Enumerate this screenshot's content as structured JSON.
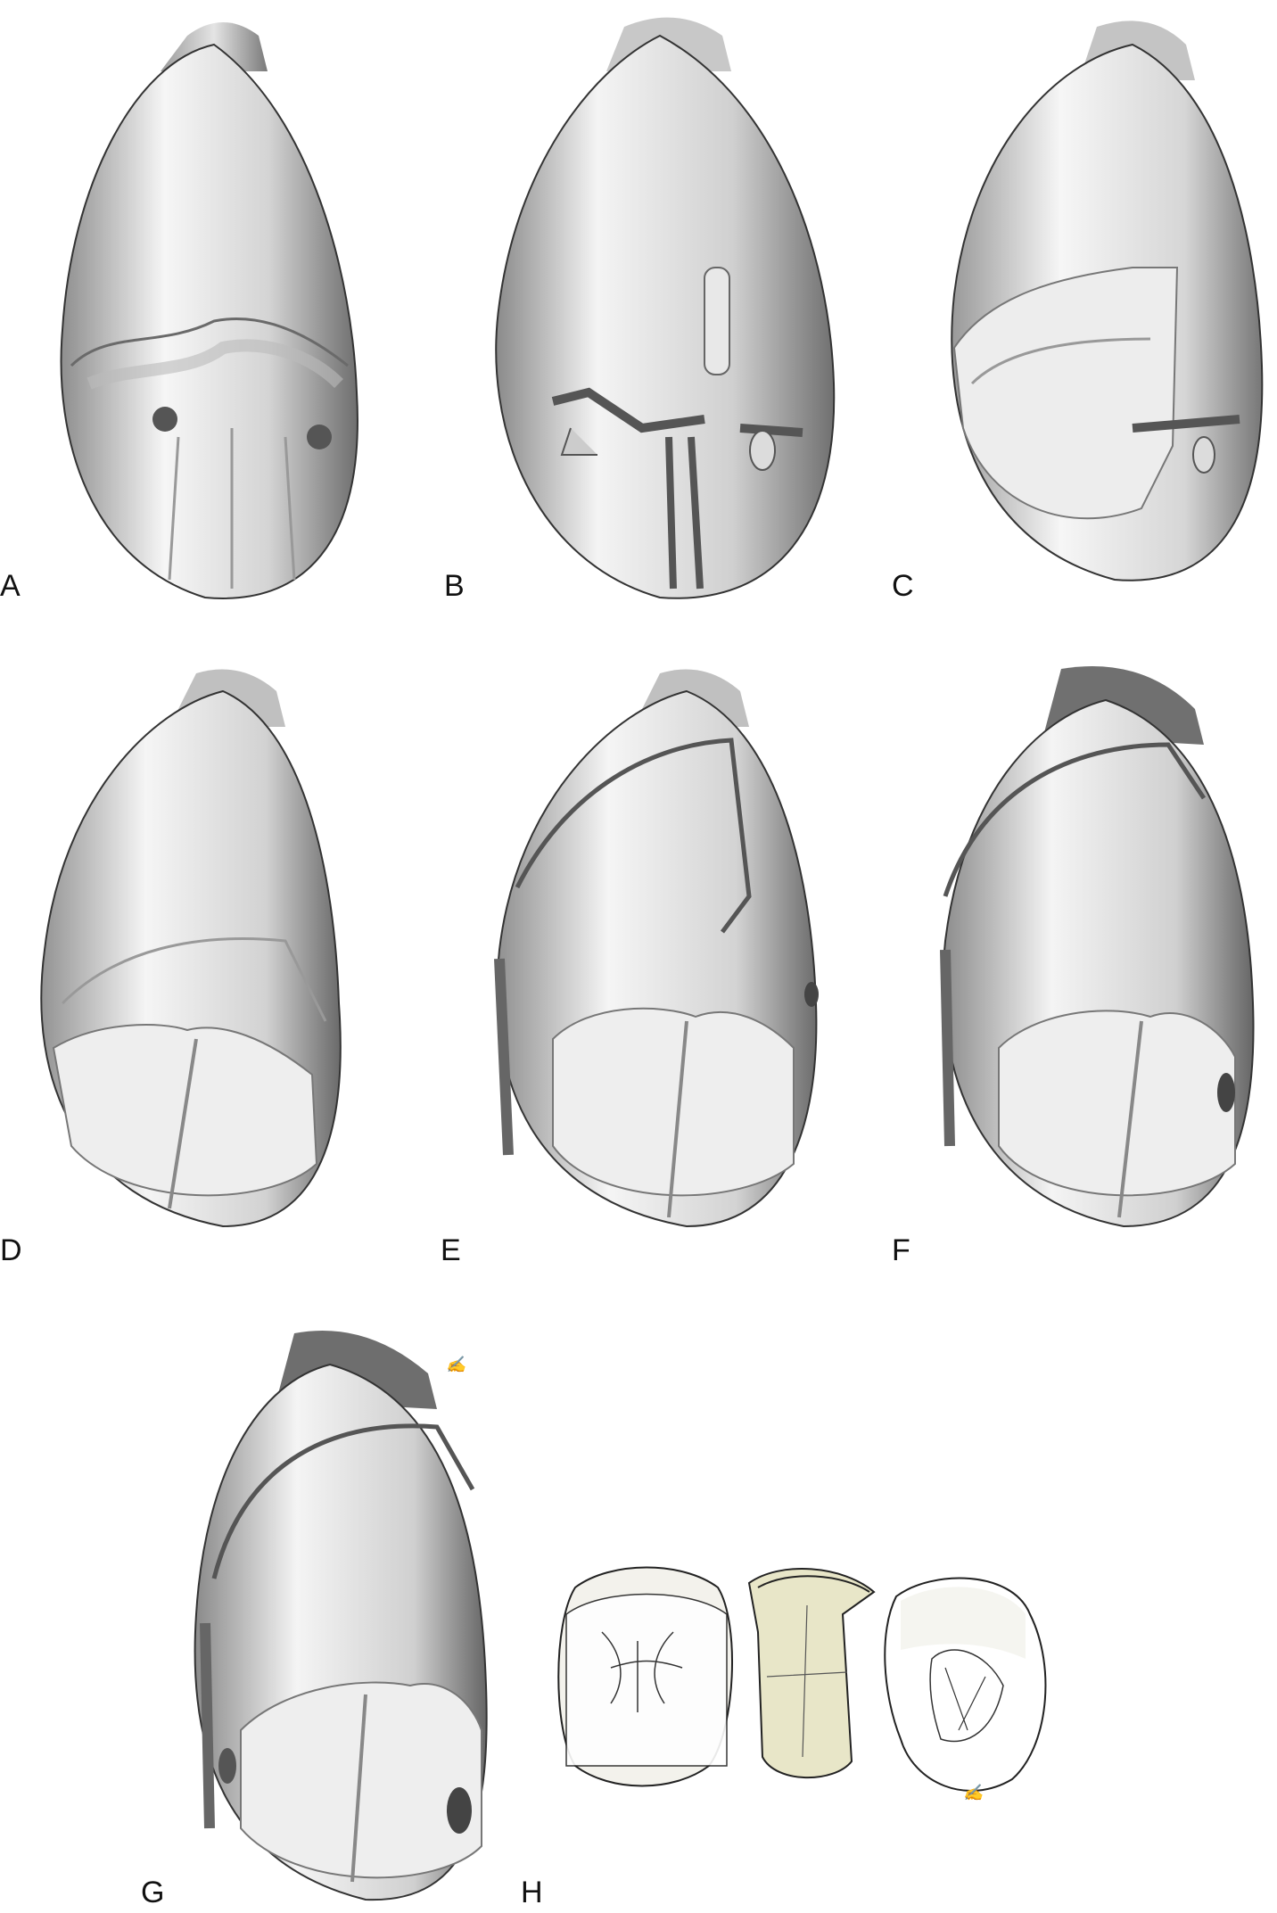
{
  "figure": {
    "panels": [
      {
        "id": "A",
        "label": "A",
        "description": "tooth"
      },
      {
        "id": "B",
        "label": "B",
        "description": "tooth"
      },
      {
        "id": "C",
        "label": "C",
        "description": "tooth"
      },
      {
        "id": "D",
        "label": "D",
        "description": "tooth"
      },
      {
        "id": "E",
        "label": "E",
        "description": "tooth"
      },
      {
        "id": "F",
        "label": "F",
        "description": "tooth"
      },
      {
        "id": "G",
        "label": "G",
        "description": "tooth"
      },
      {
        "id": "H",
        "label": "H",
        "description": "tooth"
      }
    ],
    "colors": {
      "background": "#ffffff",
      "tooth_light": "#f4f4f4",
      "tooth_shade": "#9a9a9a",
      "tooth_dark": "#4a4a4a",
      "outline": "#222222",
      "prep_surface": "#e8e6c8"
    }
  }
}
